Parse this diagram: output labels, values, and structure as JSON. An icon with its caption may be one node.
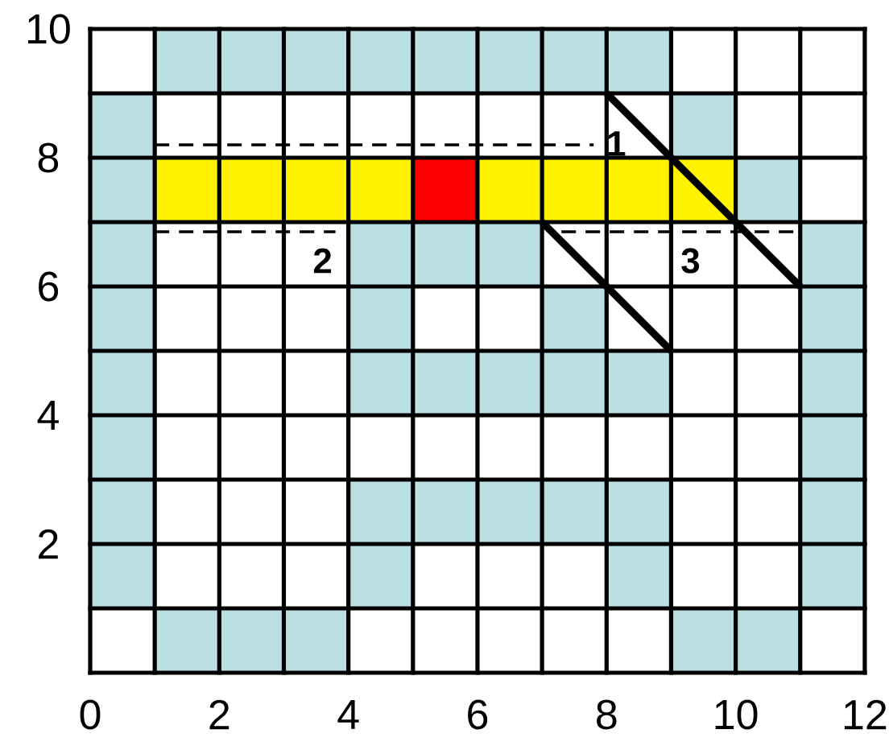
{
  "diagram": {
    "labels": [
      "10",
      "8",
      "1",
      "6",
      "2",
      "3",
      "4",
      "2",
      "0",
      "2",
      "4",
      "6",
      "8",
      "10",
      "12"
    ]
  }
}
